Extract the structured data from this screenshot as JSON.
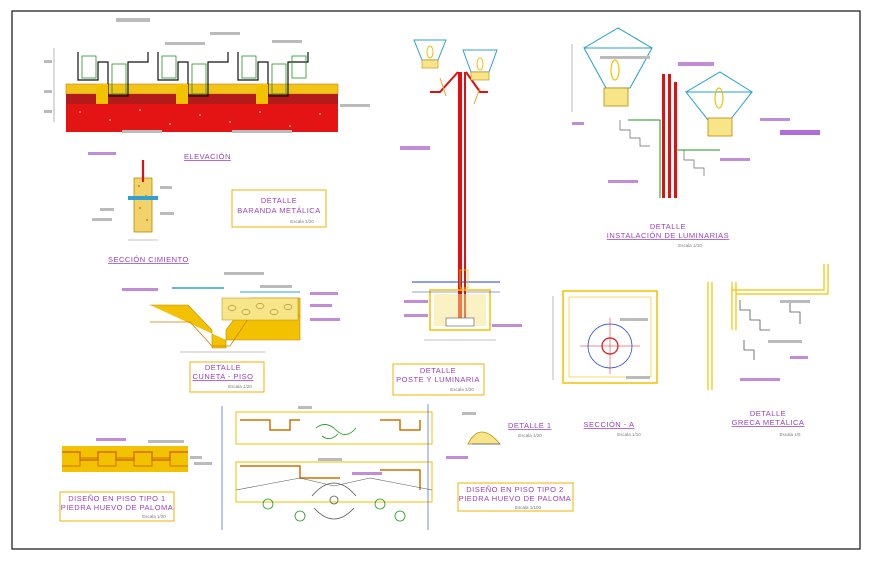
{
  "colors": {
    "frame": "#111111",
    "label": "#9a3fbf",
    "yellow": "#f2c200",
    "orange": "#f0a020",
    "red": "#e01010",
    "green": "#1a9a1a",
    "cyan": "#20a0c8",
    "magenta": "#b06cd8",
    "blue": "#2040d0"
  },
  "labels": {
    "elevacion": "ELEVACIÓN",
    "seccion_cimiento": "SECCIÓN CIMIENTO",
    "detalle_baranda_1": "DETALLE",
    "detalle_baranda_2": "BARANDA METÁLICA",
    "detalle_baranda_scale": "Escala 1/20",
    "detalle_cuneta_1": "DETALLE",
    "detalle_cuneta_2": "CUNETA - PISO",
    "detalle_cuneta_scale": "Escala 1/20",
    "detalle_poste_1": "DETALLE",
    "detalle_poste_2": "POSTE Y LUMINARIA",
    "detalle_poste_scale": "Escala 1/20",
    "detalle_lum_1": "DETALLE",
    "detalle_lum_2": "INSTALACIÓN DE LUMINARIAS",
    "detalle_lum_scale": "Escala 1/10",
    "detalle_1": "DETALLE 1",
    "detalle_1_scale": "Escala 1/20",
    "seccion_a": "SECCIÓN - A",
    "seccion_a_scale": "Escala 1/10",
    "detalle_greca_1": "DETALLE",
    "detalle_greca_2": "GRECA METÁLICA",
    "detalle_greca_scale": "Escala 1/5",
    "piso1_1": "DISEÑO EN PISO TIPO 1",
    "piso1_2": "PIEDRA HUEVO DE PALOMA",
    "piso1_scale": "Escala 1/20",
    "piso2_1": "DISEÑO EN PISO TIPO 2",
    "piso2_2": "PIEDRA HUEVO DE PALOMA",
    "piso2_scale": "Escala 1/100"
  }
}
